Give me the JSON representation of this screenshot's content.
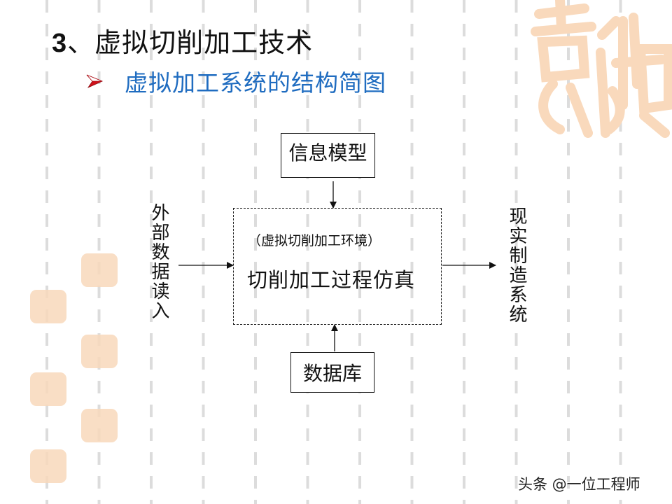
{
  "slide": {
    "title_number": "3",
    "title_sep": "、",
    "title_text": "虚拟切削加工技术",
    "subtitle": "虚拟加工系统的结构简图",
    "bullet_icon": "red-arrowhead-bullet"
  },
  "diagram": {
    "top_box": "信息模型",
    "bottom_box": "数据库",
    "center_caption": "（虚拟切削加工环境）",
    "center_title": "切削加工过程仿真",
    "left_input": "外部数据读入",
    "right_output": "现实制造系统"
  },
  "watermark": "头条 @一位工程师",
  "colors": {
    "title": "#111111",
    "subtitle": "#1f6cc0",
    "bullet": "#d0121b",
    "seal": "#f8d8bb",
    "grid_dash": "#dcdcdc"
  }
}
